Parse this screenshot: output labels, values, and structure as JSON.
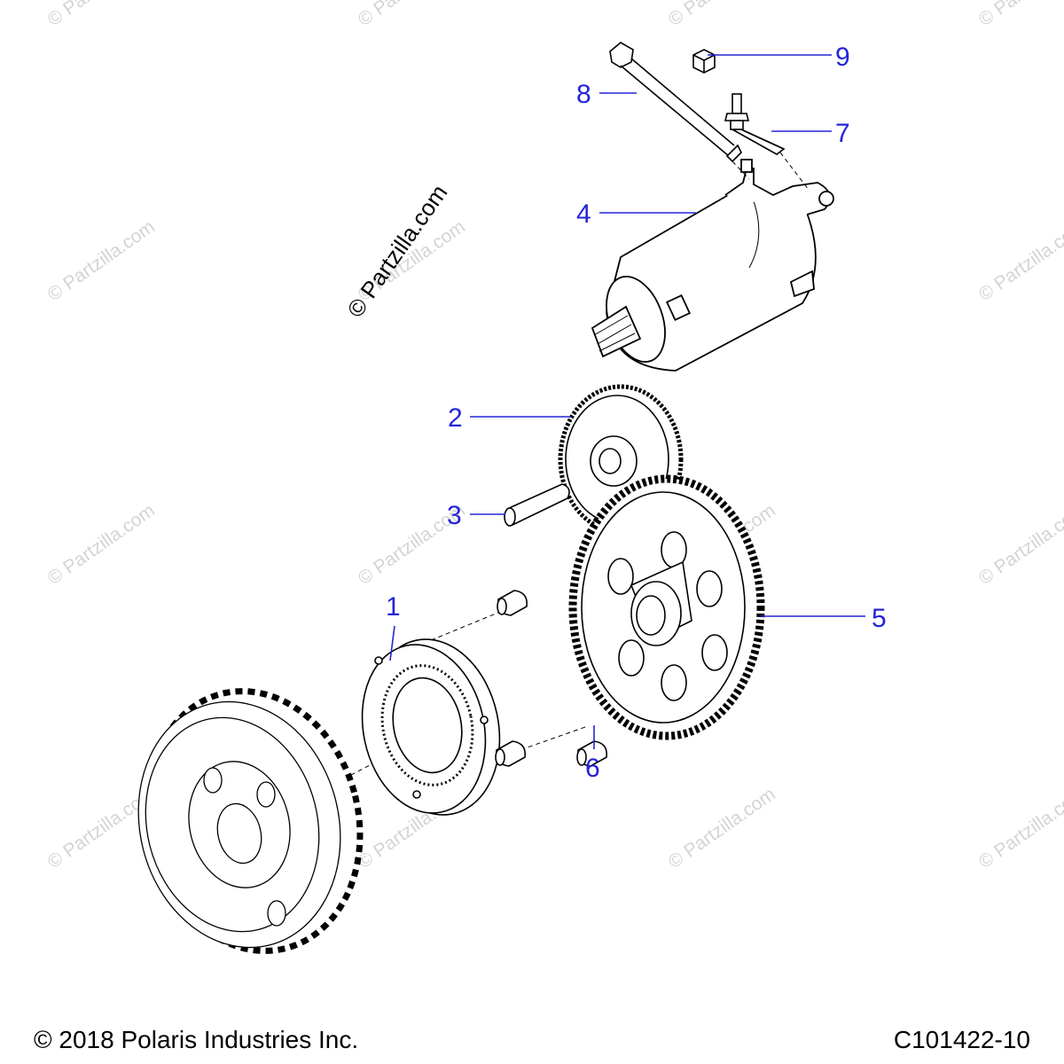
{
  "colors": {
    "callout": "#2424d8",
    "ink": "#000000",
    "watermark": "#d4d4d4",
    "paper": "#ffffff"
  },
  "watermark": {
    "repeat_text": "© Partzilla.com",
    "center_text": "© Partzilla.com"
  },
  "callouts": [
    {
      "id": "1",
      "label": "1"
    },
    {
      "id": "2",
      "label": "2"
    },
    {
      "id": "3",
      "label": "3"
    },
    {
      "id": "4",
      "label": "4"
    },
    {
      "id": "5",
      "label": "5"
    },
    {
      "id": "6",
      "label": "6"
    },
    {
      "id": "7",
      "label": "7"
    },
    {
      "id": "8",
      "label": "8"
    },
    {
      "id": "9",
      "label": "9"
    }
  ],
  "footer": {
    "copyright": "© 2018 Polaris Industries Inc.",
    "drawing_number": "C101422-10"
  }
}
